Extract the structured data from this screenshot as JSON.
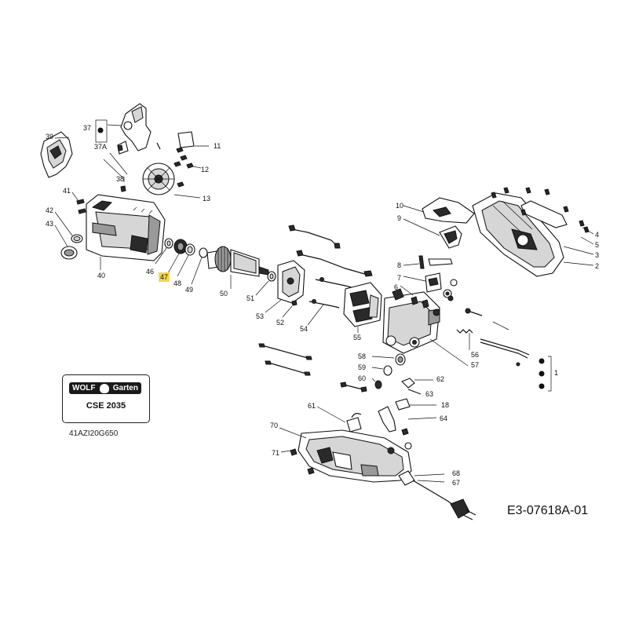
{
  "brand": {
    "name_left": "WOLF",
    "name_right": "Garten",
    "model": "CSE 2035"
  },
  "article_code": "41AZI20G650",
  "diagram_id": "E3-07618A-01",
  "highlight_color": "#f2d94e",
  "highlighted_part": "47",
  "part_numbers": {
    "p1": "1",
    "p2": "2",
    "p3": "3",
    "p4": "4",
    "p5": "5",
    "p6": "6",
    "p7": "7",
    "p8": "8",
    "p9": "9",
    "p10": "10",
    "p11": "11",
    "p12": "12",
    "p13": "13",
    "p18": "18",
    "p37": "37",
    "p37a": "37A",
    "p38": "38",
    "p39": "39",
    "p40": "40",
    "p41": "41",
    "p42": "42",
    "p43": "43",
    "p46": "46",
    "p47": "47",
    "p48": "48",
    "p49": "49",
    "p50": "50",
    "p51": "51",
    "p52": "52",
    "p53": "53",
    "p54": "54",
    "p55": "55",
    "p56": "56",
    "p57": "57",
    "p58": "58",
    "p59": "59",
    "p60": "60",
    "p61": "61",
    "p62": "62",
    "p63": "63",
    "p64": "64",
    "p67": "67",
    "p68": "68",
    "p70": "70",
    "p71": "71"
  }
}
